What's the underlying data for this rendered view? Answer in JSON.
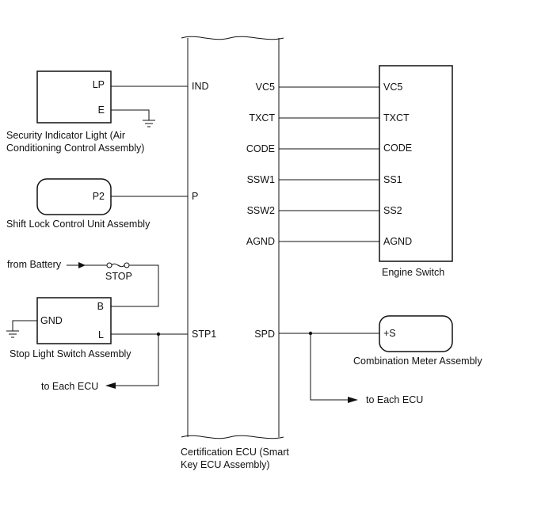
{
  "components": {
    "security_indicator": {
      "pin_lp": "LP",
      "pin_e": "E",
      "caption_line1": "Security Indicator Light (Air",
      "caption_line2": "Conditioning Control Assembly)"
    },
    "shift_lock": {
      "pin_p2": "P2",
      "caption": "Shift Lock Control Unit Assembly"
    },
    "battery": {
      "label": "from Battery",
      "fuse": "STOP"
    },
    "stop_light_switch": {
      "pin_b": "B",
      "pin_gnd": "GND",
      "pin_l": "L",
      "caption": "Stop Light Switch Assembly"
    },
    "to_each_ecu_left": "to Each ECU",
    "certification_ecu": {
      "pin_ind": "IND",
      "pin_p": "P",
      "pin_stp1": "STP1",
      "pin_vc5": "VC5",
      "pin_txct": "TXCT",
      "pin_code": "CODE",
      "pin_ssw1": "SSW1",
      "pin_ssw2": "SSW2",
      "pin_agnd": "AGND",
      "pin_spd": "SPD",
      "caption_line1": "Certification ECU (Smart",
      "caption_line2": "Key ECU Assembly)"
    },
    "engine_switch": {
      "pin_vc5": "VC5",
      "pin_txct": "TXCT",
      "pin_code": "CODE",
      "pin_ss1": "SS1",
      "pin_ss2": "SS2",
      "pin_agnd": "AGND",
      "caption": "Engine Switch"
    },
    "combination_meter": {
      "pin_s": "+S",
      "caption": "Combination Meter Assembly"
    },
    "to_each_ecu_right": "to Each ECU"
  }
}
